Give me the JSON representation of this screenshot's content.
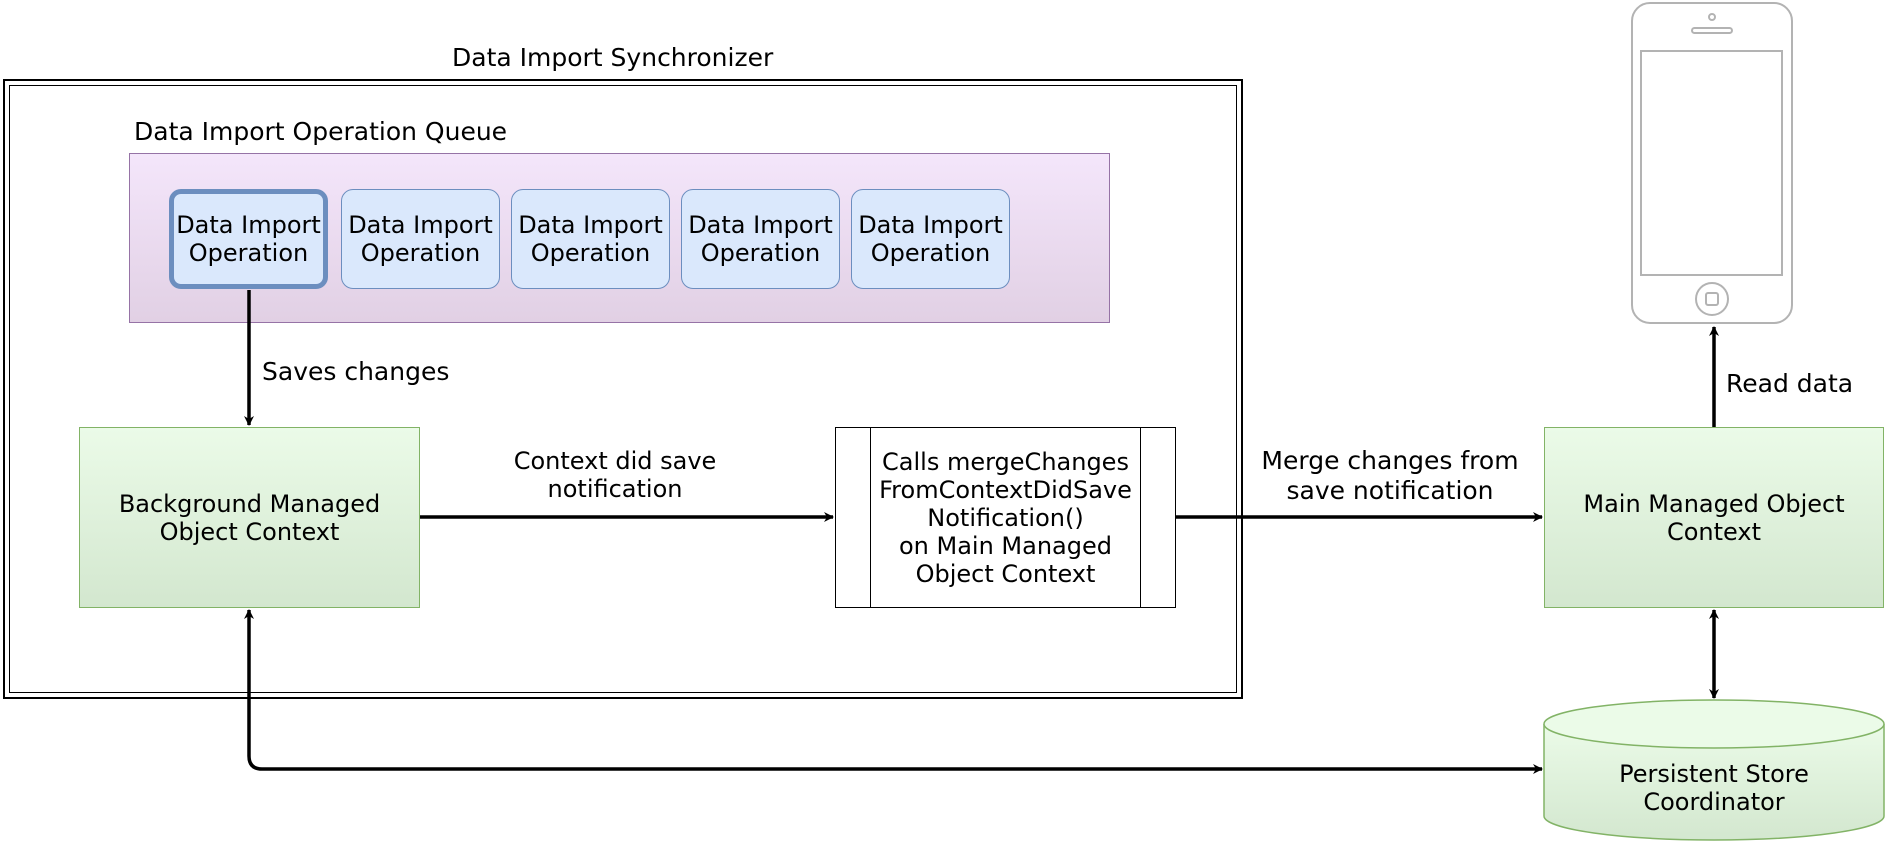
{
  "synchronizer": {
    "title": "Data Import Synchronizer"
  },
  "queue": {
    "title": "Data Import Operation Queue",
    "operations": [
      {
        "line1": "Data Import",
        "line2": "Operation"
      },
      {
        "line1": "Data Import",
        "line2": "Operation"
      },
      {
        "line1": "Data Import",
        "line2": "Operation"
      },
      {
        "line1": "Data Import",
        "line2": "Operation"
      },
      {
        "line1": "Data Import",
        "line2": "Operation"
      }
    ]
  },
  "background_context": {
    "line1": "Background Managed",
    "line2": "Object Context"
  },
  "main_context": {
    "line1": "Main Managed Object",
    "line2": "Context"
  },
  "merge_box": {
    "line1": "Calls mergeChanges",
    "line2": "FromContextDidSave",
    "line3": "Notification()",
    "line4": "on Main Managed",
    "line5": "Object Context"
  },
  "coordinator": {
    "line1": "Persistent Store",
    "line2": "Coordinator"
  },
  "edges": {
    "saves_changes": "Saves changes",
    "context_did_save": {
      "line1": "Context did save",
      "line2": "notification"
    },
    "merge_changes": {
      "line1": "Merge changes from",
      "line2": "save notification"
    },
    "read_data": "Read data"
  },
  "colors": {
    "queue_fill": "#f4e6fb",
    "queue_stroke": "#9673a6",
    "operation_fill": "#dae8fc",
    "operation_stroke": "#6c8ebf",
    "context_fill": "#ebfbe8",
    "context_stroke": "#82b366",
    "phone_stroke": "#b3b3b3"
  }
}
